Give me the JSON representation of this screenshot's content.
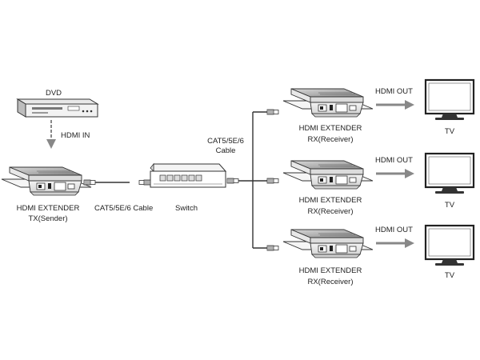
{
  "labels": {
    "dvd": "DVD",
    "hdmi_in": "HDMI IN",
    "tx_line1": "HDMI EXTENDER",
    "tx_line2": "TX(Sender)",
    "cable_tx": "CAT5/5E/6 Cable",
    "switch": "Switch",
    "cable_rx_line1": "CAT5/5E/6",
    "cable_rx_line2": "Cable",
    "rx": [
      {
        "line1": "HDMI EXTENDER",
        "line2": "RX(Receiver)",
        "out": "HDMI OUT",
        "tv": "TV"
      },
      {
        "line1": "HDMI EXTENDER",
        "line2": "RX(Receiver)",
        "out": "HDMI OUT",
        "tv": "TV"
      },
      {
        "line1": "HDMI EXTENDER",
        "line2": "RX(Receiver)",
        "out": "HDMI OUT",
        "tv": "TV"
      }
    ]
  },
  "colors": {
    "line": "#333333",
    "arrow_gray": "#888888",
    "device_fill": "#f2f2f2",
    "screen_fill": "#ffffff"
  }
}
